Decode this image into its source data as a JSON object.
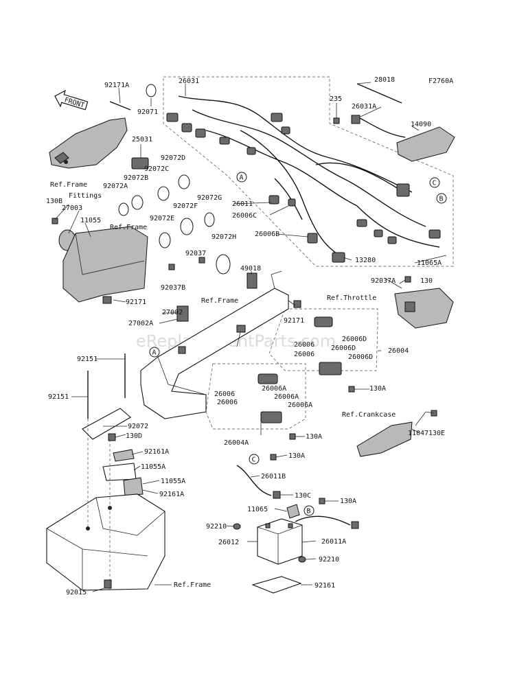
{
  "figure_code": "F2760A",
  "watermark": "eReplacementParts.com",
  "front_arrow": "FRONT",
  "part_numbers": [
    "92171A",
    "92071",
    "26031",
    "235",
    "28018",
    "14090",
    "26031A",
    "25031",
    "92072D",
    "92072C",
    "92072B",
    "92072A",
    "130B",
    "27003",
    "11055",
    "92072G",
    "92072F",
    "92072E",
    "92072H",
    "26011",
    "26006C",
    "26006B",
    "13280",
    "11065A",
    "92037",
    "92037B",
    "49018",
    "92171",
    "92037A",
    "130",
    "27002",
    "27002A",
    "92171",
    "26006",
    "26006D",
    "26006D",
    "26006",
    "26006D",
    "26004",
    "130A",
    "92151",
    "92151",
    "26006",
    "26006A",
    "26006",
    "26006A",
    "26006A",
    "92072",
    "130D",
    "92161A",
    "11055A",
    "11055A",
    "92161A",
    "26004A",
    "130A",
    "130A",
    "26011B",
    "130C",
    "130A",
    "11047",
    "130E",
    "11065",
    "92210",
    "26012",
    "26011A",
    "92210",
    "92161",
    "92015"
  ],
  "references": {
    "frame_fittings": "Ref.Frame\nFittings",
    "frame_1": "Ref.Frame",
    "frame_2": "Ref.Frame",
    "frame_3": "Ref.Frame",
    "throttle": "Ref.Throttle",
    "crankcase": "Ref.Crankcase"
  },
  "connector_markers": [
    "A",
    "C",
    "B",
    "A",
    "C",
    "B"
  ]
}
